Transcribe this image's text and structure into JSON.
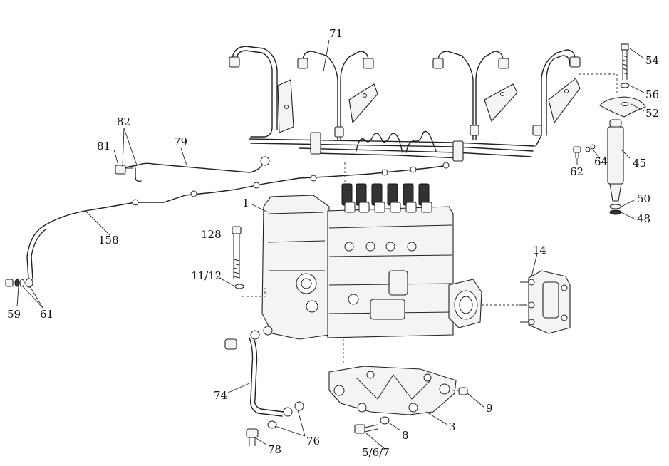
{
  "callouts": [
    {
      "id": "71",
      "label": "71"
    },
    {
      "id": "54",
      "label": "54"
    },
    {
      "id": "56",
      "label": "56"
    },
    {
      "id": "52",
      "label": "52"
    },
    {
      "id": "82",
      "label": "82"
    },
    {
      "id": "81",
      "label": "81"
    },
    {
      "id": "79",
      "label": "79"
    },
    {
      "id": "62",
      "label": "62"
    },
    {
      "id": "64",
      "label": "64"
    },
    {
      "id": "45",
      "label": "45"
    },
    {
      "id": "50",
      "label": "50"
    },
    {
      "id": "48",
      "label": "48"
    },
    {
      "id": "1",
      "label": "1"
    },
    {
      "id": "158",
      "label": "158"
    },
    {
      "id": "128",
      "label": "128"
    },
    {
      "id": "14",
      "label": "14"
    },
    {
      "id": "11_12",
      "label": "11/12"
    },
    {
      "id": "59",
      "label": "59"
    },
    {
      "id": "61",
      "label": "61"
    },
    {
      "id": "74",
      "label": "74"
    },
    {
      "id": "9",
      "label": "9"
    },
    {
      "id": "3",
      "label": "3"
    },
    {
      "id": "8",
      "label": "8"
    },
    {
      "id": "76",
      "label": "76"
    },
    {
      "id": "78",
      "label": "78"
    },
    {
      "id": "5_6_7",
      "label": "5/6/7"
    }
  ]
}
